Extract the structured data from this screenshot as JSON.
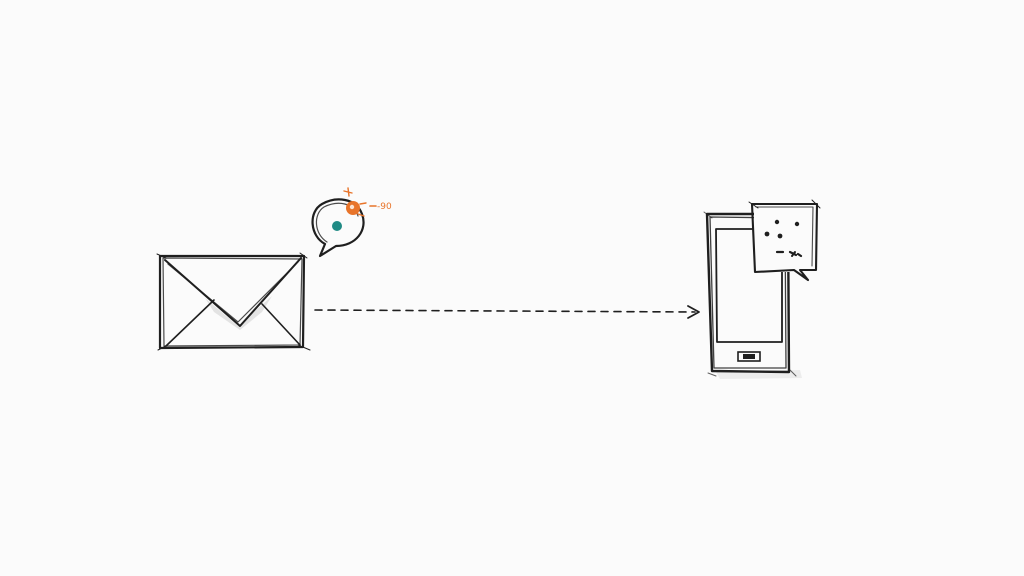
{
  "diagram": {
    "nodes": [
      {
        "id": "email",
        "icon": "envelope-icon"
      },
      {
        "id": "chat-notification",
        "icon": "chat-bubble-icon"
      },
      {
        "id": "phone",
        "icon": "smartphone-icon"
      },
      {
        "id": "phone-message",
        "icon": "message-bubble-icon"
      }
    ],
    "edges": [
      {
        "from": "email",
        "to": "phone",
        "style": "dashed"
      }
    ],
    "annotations": {
      "notification_mark": "-90"
    },
    "colors": {
      "ink": "#1f1f1f",
      "accent_orange": "#e8742a",
      "accent_teal": "#1f8a84",
      "background": "#fbfbfb"
    }
  }
}
